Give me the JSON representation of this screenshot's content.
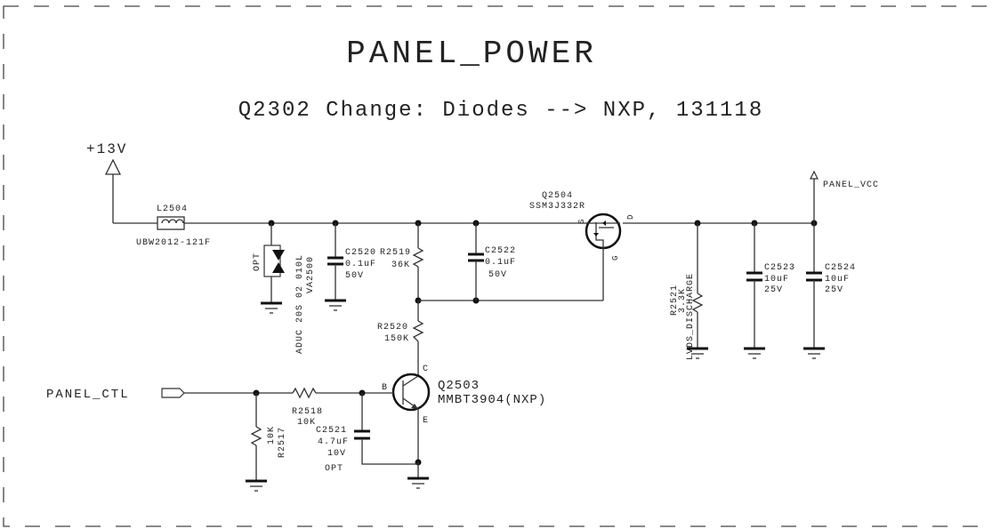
{
  "sheet": {
    "title": "PANEL_POWER",
    "subtitle": "Q2302 Change: Diodes --> NXP, 131118"
  },
  "nets": {
    "input_rail": "+13V",
    "output_rail": "PANEL_VCC",
    "control": "PANEL_CTL"
  },
  "components": {
    "L2504": {
      "ref": "L2504",
      "value": "UBW2012-121F"
    },
    "varistor": {
      "opt": "OPT",
      "part1": "ADUC 20S 02 010L",
      "part2": "VA2500"
    },
    "C2520": {
      "ref": "C2520",
      "value": "0.1uF",
      "voltage": "50V"
    },
    "R2519": {
      "ref": "R2519",
      "value": "36K"
    },
    "C2522": {
      "ref": "C2522",
      "value": "0.1uF",
      "voltage": "50V"
    },
    "Q2504": {
      "ref": "Q2504",
      "part": "SSM3J332R",
      "pin_s": "S",
      "pin_d": "D",
      "pin_g": "G"
    },
    "R2520": {
      "ref": "R2520",
      "value": "150K"
    },
    "Q2503": {
      "ref": "Q2503",
      "part": "MMBT3904(NXP)",
      "pin_b": "B",
      "pin_c": "C",
      "pin_e": "E"
    },
    "R2518": {
      "ref": "R2518",
      "value": "10K"
    },
    "C2521": {
      "ref": "C2521",
      "value": "4.7uF",
      "voltage": "10V",
      "opt": "OPT"
    },
    "R2517": {
      "ref": "R2517",
      "value": "10K"
    },
    "R2521": {
      "ref": "R2521",
      "value": "3.3K",
      "name": "LVDS_DISCHARGE"
    },
    "C2523": {
      "ref": "C2523",
      "value": "10uF",
      "voltage": "25V"
    },
    "C2524": {
      "ref": "C2524",
      "value": "10uF",
      "voltage": "25V"
    }
  }
}
